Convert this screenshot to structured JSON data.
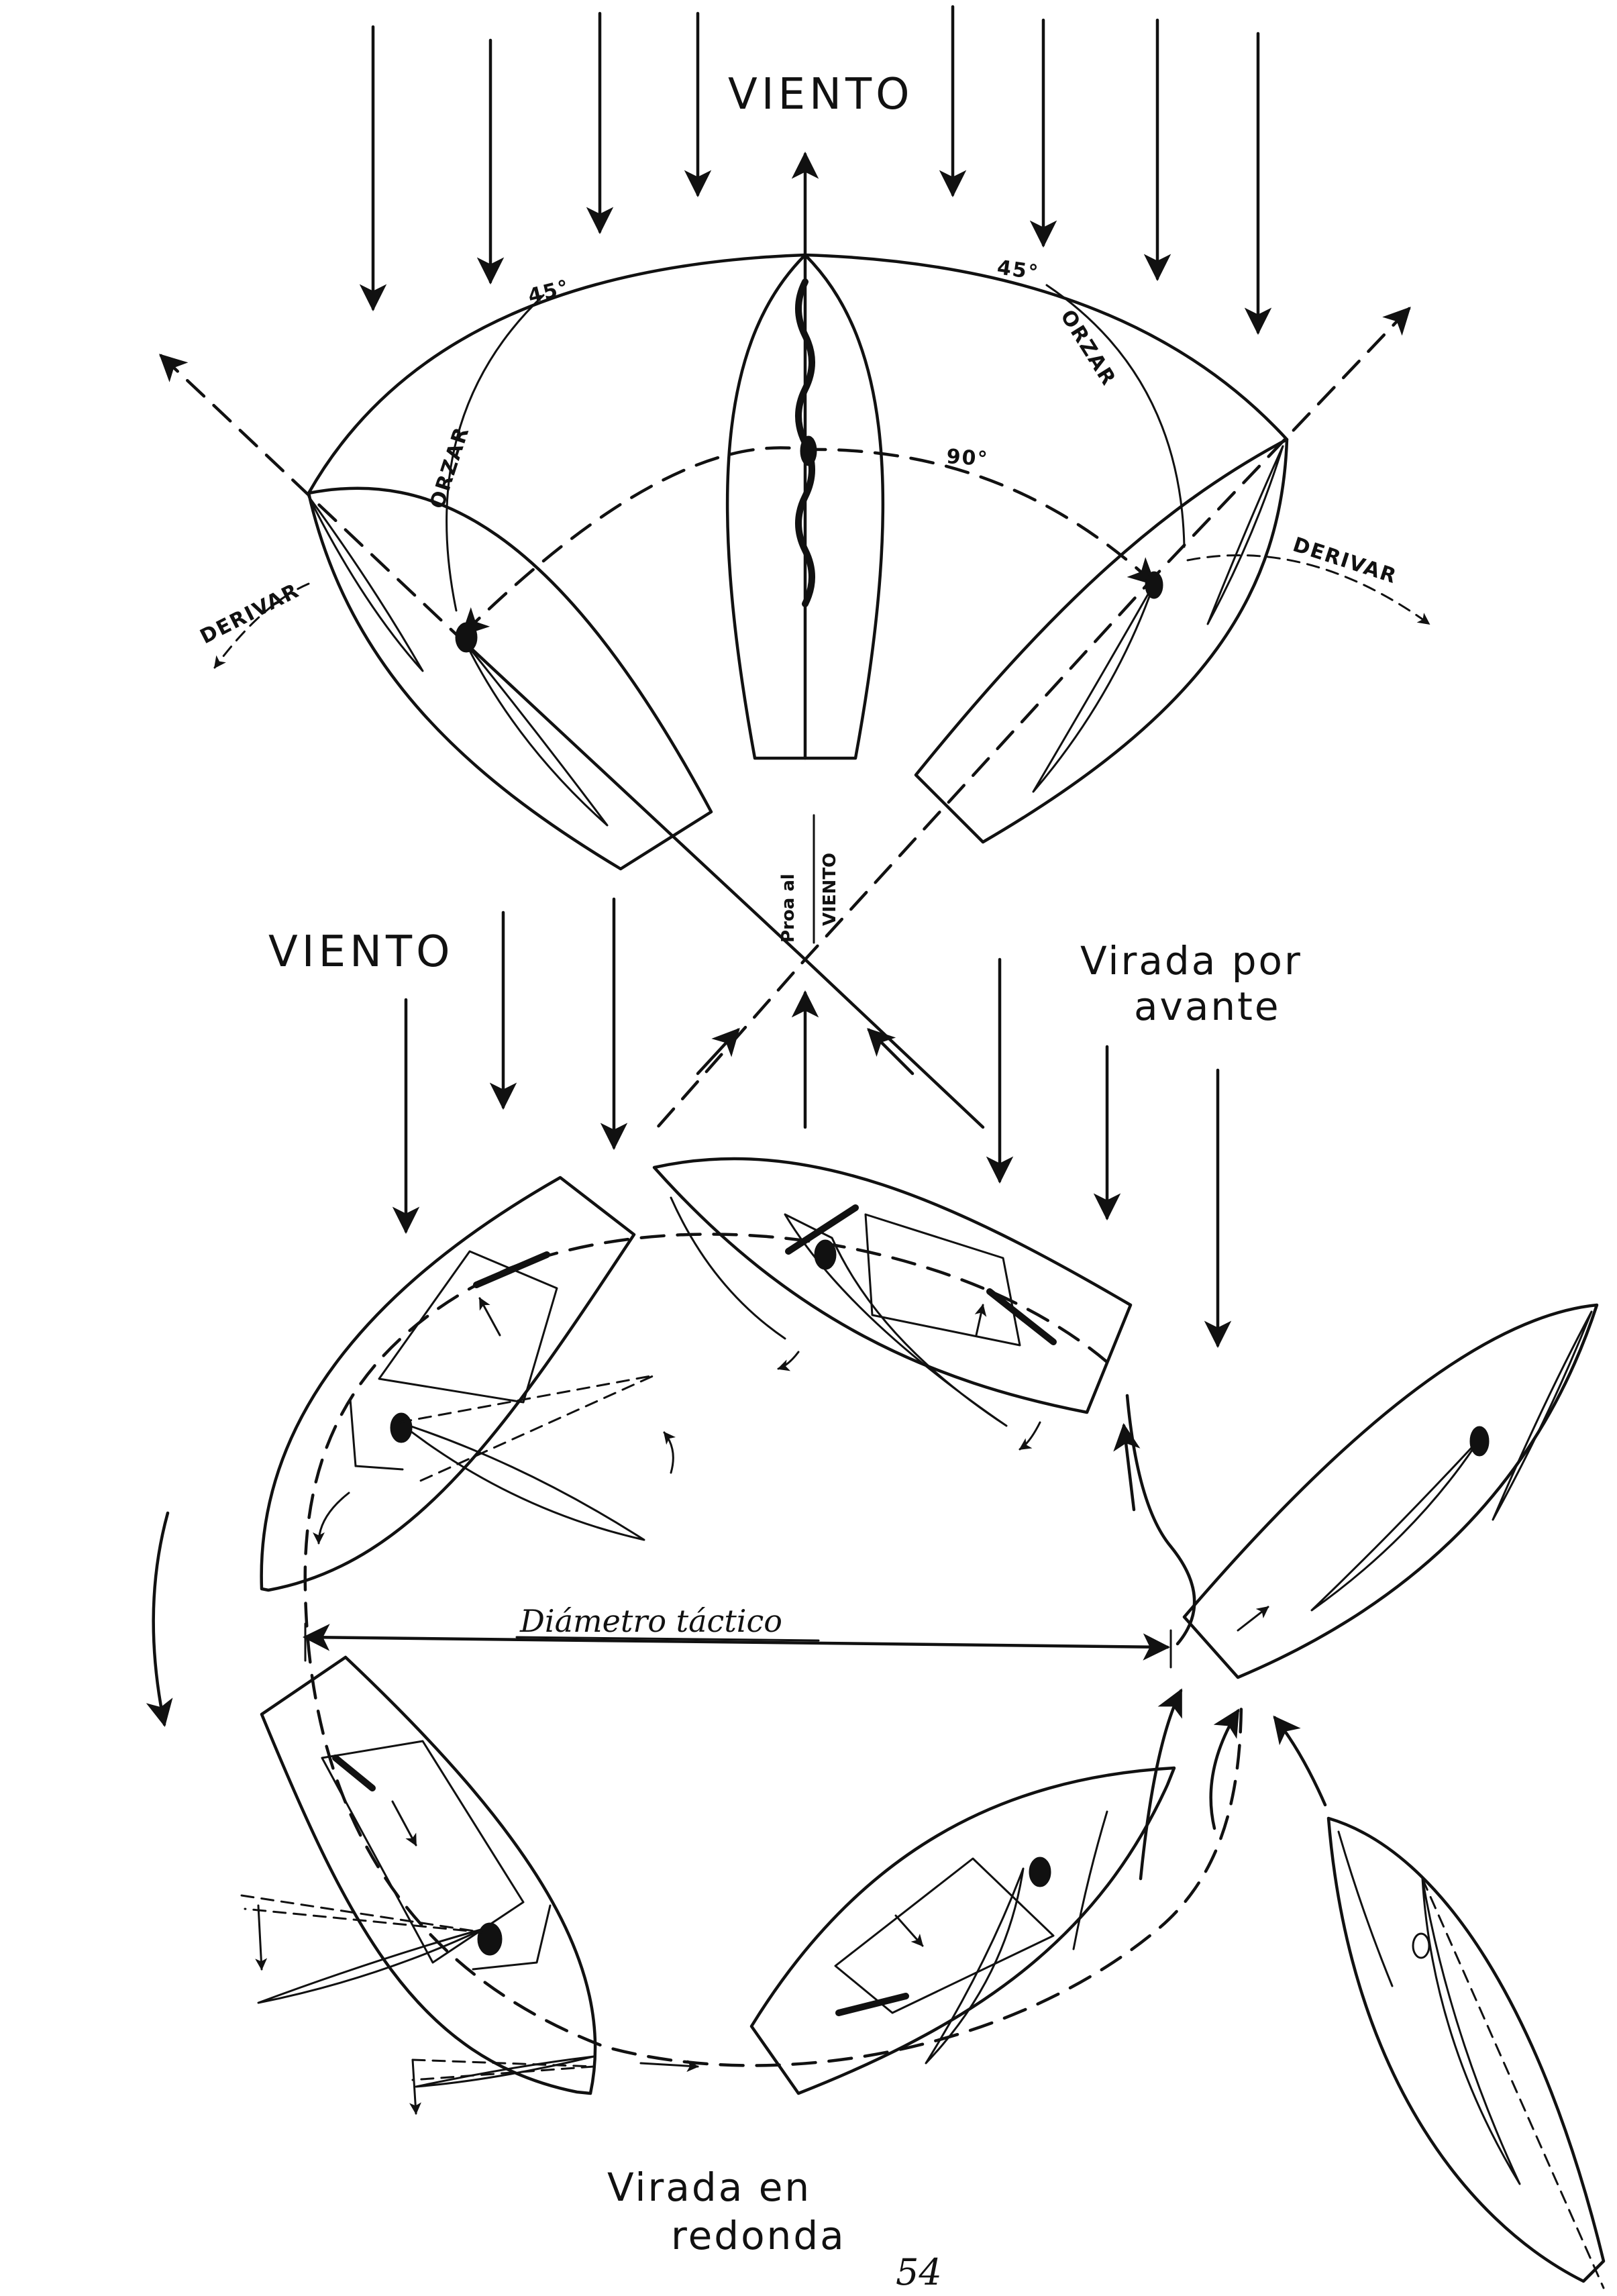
{
  "labels": {
    "wind_top": "VIENTO",
    "wind_left": "VIENTO",
    "angle_left": "45°",
    "angle_right": "45°",
    "angle_center": "90°",
    "orzar_left": "ORZAR",
    "orzar_right": "ORZAR",
    "derivar_left": "DERIVAR",
    "derivar_right": "DERIVAR",
    "proa_line1": "Proa al",
    "proa_line2": "VIENTO",
    "virada_avante_1": "Virada por",
    "virada_avante_2": "avante",
    "diametro": "Diámetro táctico",
    "virada_redonda_1": "Virada en",
    "virada_redonda_2": "redonda",
    "page_number": "54"
  },
  "icons": {
    "wind_arrow": "down-arrow-icon",
    "boat": "sailboat-hull-icon",
    "sail": "sail-icon"
  },
  "colors": {
    "ink": "#111111",
    "paper": "#ffffff"
  }
}
